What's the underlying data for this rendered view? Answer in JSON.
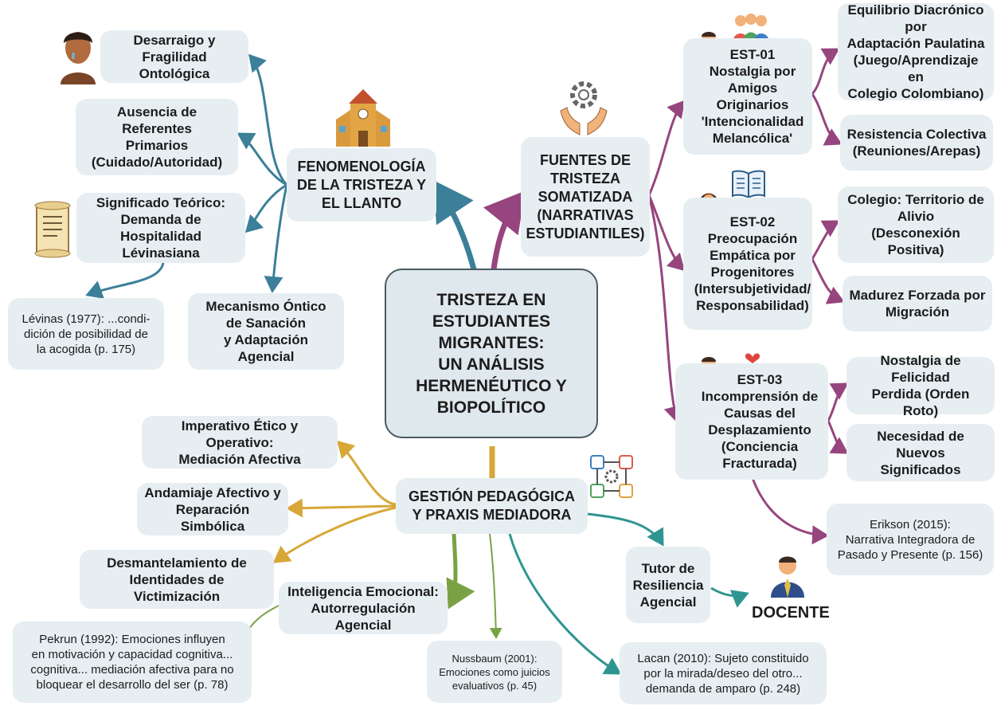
{
  "center": [
    "TRISTEZA EN",
    "ESTUDIANTES",
    "MIGRANTES:",
    "UN ANÁLISIS",
    "HERMENÉUTICO Y",
    "BIOPOLÍTICO"
  ],
  "fenomenologia": {
    "title": [
      "FENOMENOLOGÍA",
      "DE LA TRISTEZA Y",
      "EL LLANTO"
    ],
    "desarraigo": [
      "Desarraigo y",
      "Fragilidad Ontológica"
    ],
    "ausencia": [
      "Ausencia de Referentes",
      "Primarios",
      "(Cuidado/Autoridad)"
    ],
    "significado": [
      "Significado Teórico:",
      "Demanda de Hospitalidad",
      "Lévinasiana"
    ],
    "levinas": [
      "Lévinas (1977): ...condi-",
      "dición de posibilidad de",
      "la acogida (p. 175)"
    ],
    "mecanismo": [
      "Mecanismo Óntico",
      "de Sanación",
      "y Adaptación Agencial"
    ]
  },
  "fuentes": {
    "title": [
      "FUENTES DE",
      "TRISTEZA",
      "SOMATIZADA",
      "(NARRATIVAS",
      "ESTUDIANTILES)"
    ],
    "est01": {
      "code": "EST-01",
      "lines": [
        "Nostalgia por",
        "Amigos Originarios",
        "'Intencionalidad",
        "Melancólica'"
      ]
    },
    "est02": {
      "code": "EST-02",
      "lines": [
        "Preocupación",
        "Empática por",
        "Progenitores",
        "(Intersubjetividad/",
        "Responsabilidad)"
      ]
    },
    "est03": {
      "code": "EST-03",
      "lines": [
        "Incomprensión de",
        "Causas del",
        "Desplazamiento",
        "(Conciencia Fracturada)"
      ]
    },
    "equilibrio": [
      "Equilibrio Diacrónico por",
      "Adaptación Paulatina",
      "(Juego/Aprendizaje en",
      "Colegio Colombiano)"
    ],
    "resistencia": [
      "Resistencia Colectiva",
      "(Reuniones/Arepas)"
    ],
    "colegio": [
      "Colegio: Territorio de",
      "Alivio",
      "(Desconexión Positiva)"
    ],
    "madurez": [
      "Madurez Forzada por",
      "Migración"
    ],
    "nostalgia": [
      "Nostalgia de Felicidad",
      "Perdida (Orden Roto)"
    ],
    "necesidad": [
      "Necesidad de Nuevos",
      "Significados"
    ],
    "erikson": [
      "Erikson (2015):",
      "Narrativa Integradora de",
      "Pasado y Presente (p. 156)"
    ]
  },
  "gestion": {
    "title": [
      "GESTIÓN PEDAGÓGICA",
      "Y PRAXIS MEDIADORA"
    ],
    "imperativo": [
      "Imperativo Ético y Operativo:",
      "Mediación Afectiva"
    ],
    "andamiaje": [
      "Andamiaje Afectivo y",
      "Reparación Simbólica"
    ],
    "desmantelamiento": [
      "Desmantelamiento de",
      "Identidades de Victimización"
    ],
    "inteligencia": [
      "Inteligencia Emocional:",
      "Autorregulación Agencial"
    ],
    "pekrun": [
      "Pekrun (1992): Emociones influyen",
      "en motivación y capacidad cognitiva...",
      "cognitiva... mediación afectiva para no",
      "bloquear el desarrollo del ser (p. 78)"
    ],
    "nussbaum": [
      "Nussbaum (2001):",
      "Emociones como juicios",
      "evaluativos (p. 45)"
    ],
    "lacan": [
      "Lacan (2010): Sujeto constituido",
      "por la mirada/deseo del otro...",
      "demanda de amparo (p. 248)"
    ],
    "tutor": [
      "Tutor de",
      "Resiliencia",
      "Agencial"
    ],
    "docente": "DOCENTE"
  },
  "colors": {
    "blue": "#3b7f99",
    "purple": "#96457e",
    "gold": "#d7a838",
    "green": "#7aa245",
    "teal": "#2f9591",
    "node_fill": "#e6eef2",
    "center_border": "#4a5a62"
  },
  "icons": [
    "crying-person-icon",
    "school-building-icon",
    "scroll-icon",
    "hands-gear-icon",
    "group-icon",
    "student-icon",
    "book-icon",
    "hands-heart-icon",
    "network-icon",
    "teacher-icon"
  ]
}
